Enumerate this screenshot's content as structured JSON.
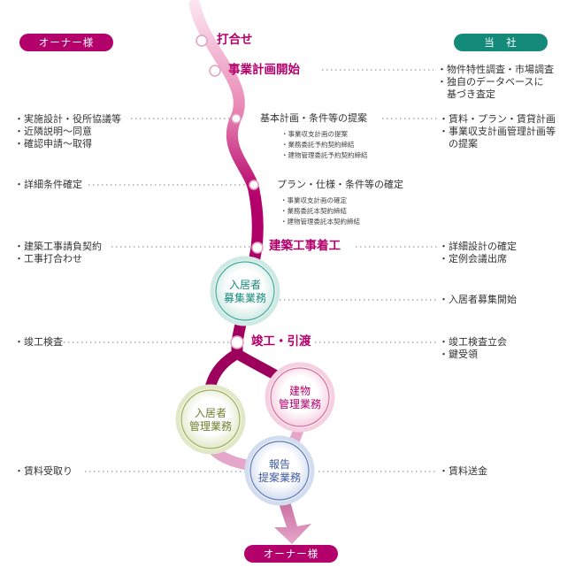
{
  "headers": {
    "owner": "オーナー様",
    "company": "当　社",
    "bottom": "オーナー様"
  },
  "steps": [
    {
      "label": "打合せ",
      "emphasis": true,
      "sub": []
    },
    {
      "label": "事業計画開始",
      "emphasis": true,
      "sub": []
    },
    {
      "label": "基本計画・条件等の提案",
      "emphasis": false,
      "sub": [
        "・事業収支計画の提案",
        "・業務委託予約契約締結",
        "・建物管理委託予約契約締結"
      ]
    },
    {
      "label": "プラン・仕様・条件等の確定",
      "emphasis": false,
      "sub": [
        "・事業収支計画の確定",
        "・業務委託本契約締結",
        "・建物管理委託本契約締結"
      ]
    },
    {
      "label": "建築工事着工",
      "emphasis": true,
      "sub": []
    },
    {
      "label": "竣工・引渡",
      "emphasis": true,
      "sub": []
    }
  ],
  "services": [
    {
      "line1": "入居者",
      "line2": "募集業務"
    },
    {
      "line1": "建物",
      "line2": "管理業務"
    },
    {
      "line1": "入居者",
      "line2": "管理業務"
    },
    {
      "line1": "報告",
      "line2": "提案業務"
    }
  ],
  "owner_notes": [
    [
      "・実施設計・役所協議等",
      "・近隣説明～同意",
      "・確認申請～取得"
    ],
    [
      "・詳細条件確定"
    ],
    [
      "・建築工事請負契約",
      "・工事打合わせ"
    ],
    [
      "・竣工検査"
    ],
    [
      "・賃料受取り"
    ]
  ],
  "company_notes": [
    [
      "・物件特性調査・市場調査",
      "・独自のデータベースに",
      "　基づき査定"
    ],
    [
      "・賃料・プラン・賃貸計画",
      "・事業収支計画管理計画等",
      "　の提案"
    ],
    [
      "・詳細設計の確定",
      "・定例会議出席"
    ],
    [
      "・入居者募集開始"
    ],
    [
      "・竣工検査立会",
      "・鍵受領"
    ],
    [
      "・賃料送金"
    ]
  ],
  "colors": {
    "magenta": "#b4006b",
    "pink_light": "#f3b6d3",
    "teal": "#138a7a",
    "olive": "#8ea04a",
    "blue_ring": "#5b78b8"
  }
}
